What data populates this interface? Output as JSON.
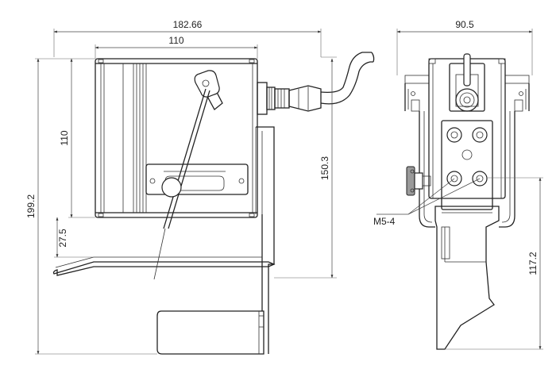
{
  "dimensions": {
    "overall_width": "182.66",
    "body_width": "110",
    "overall_height": "199.2",
    "body_height": "110",
    "bracket_offset": "27.5",
    "height_to_bracket": "150.3",
    "side_width": "90.5",
    "side_lower_height": "117.2"
  },
  "callouts": {
    "screw_label": "M5-4"
  },
  "colors": {
    "line": "#222222",
    "shade": "#d9d9d9",
    "background": "#ffffff"
  }
}
